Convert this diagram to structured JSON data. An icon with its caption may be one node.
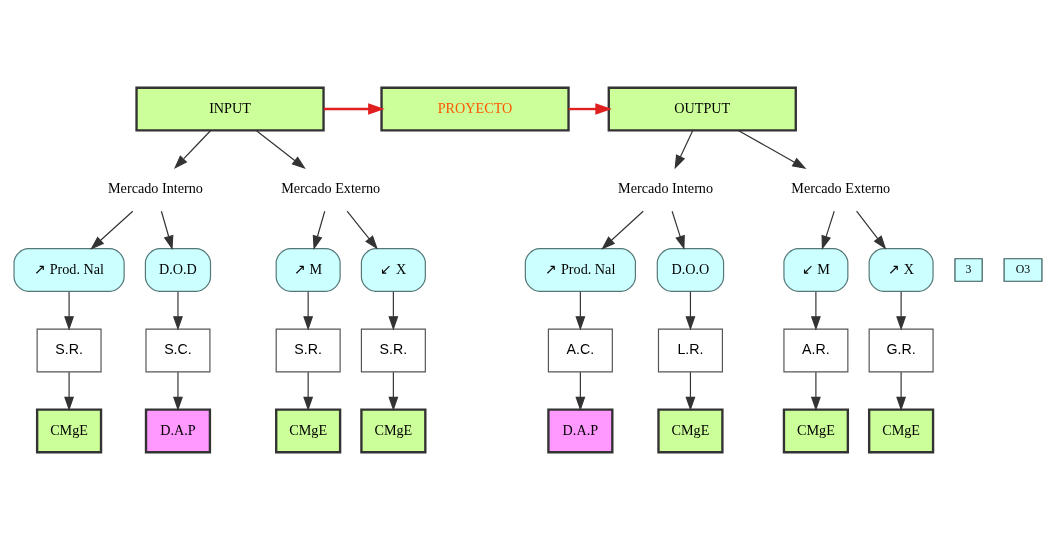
{
  "diagram": {
    "nodes": [
      {
        "text": [
          "INPUT"
        ]
      },
      {
        "text": [
          "PROYECTO"
        ]
      },
      {
        "text": [
          "OUTPUT"
        ]
      },
      {
        "text": [
          "Mercado Interno"
        ]
      },
      {
        "text": [
          "Mercado Externo"
        ]
      },
      {
        "text": [
          "Mercado Interno"
        ]
      },
      {
        "text": [
          "Mercado Externo"
        ]
      },
      {
        "text": [
          "↗ Prod. Nal"
        ]
      },
      {
        "text": [
          "D.O.D"
        ]
      },
      {
        "text": [
          "↗ M"
        ]
      },
      {
        "text": [
          "↙ X"
        ]
      },
      {
        "text": [
          "↗ Prod. Nal"
        ]
      },
      {
        "text": [
          "D.O.O"
        ]
      },
      {
        "text": [
          "↙ M"
        ]
      },
      {
        "text": [
          "↗ X"
        ]
      },
      {
        "text": [
          "S.R."
        ]
      },
      {
        "text": [
          "S.C."
        ]
      },
      {
        "text": [
          "S.R."
        ]
      },
      {
        "text": [
          "S.R."
        ]
      },
      {
        "text": [
          "A.C."
        ]
      },
      {
        "text": [
          "L.R."
        ]
      },
      {
        "text": [
          "A.R."
        ]
      },
      {
        "text": [
          "G.R."
        ]
      },
      {
        "text": [
          "CMgE"
        ]
      },
      {
        "text": [
          "D.A.P"
        ]
      },
      {
        "text": [
          "CMgE"
        ]
      },
      {
        "text": [
          "CMgE"
        ]
      },
      {
        "text": [
          "D.A.P"
        ]
      },
      {
        "text": [
          "CMgE"
        ]
      },
      {
        "text": [
          "CMgE"
        ]
      },
      {
        "text": [
          "CMgE"
        ]
      },
      {
        "text": [
          "3"
        ]
      },
      {
        "text": [
          "O3"
        ]
      }
    ],
    "edges": [
      {
        "from": 0,
        "to": 1,
        "arrow": "to",
        "color": "#e02020"
      },
      {
        "from": 1,
        "to": 2,
        "arrow": "to",
        "color": "#e02020"
      },
      {
        "from": 0,
        "to": 3,
        "arrow": "to"
      },
      {
        "from": 0,
        "to": 4,
        "arrow": "to"
      },
      {
        "from": 2,
        "to": 5,
        "arrow": "to"
      },
      {
        "from": 2,
        "to": 6,
        "arrow": "to"
      },
      {
        "from": 3,
        "to": 7,
        "arrow": "to"
      },
      {
        "from": 3,
        "to": 8,
        "arrow": "to"
      },
      {
        "from": 4,
        "to": 9,
        "arrow": "to"
      },
      {
        "from": 4,
        "to": 10,
        "arrow": "to"
      },
      {
        "from": 5,
        "to": 11,
        "arrow": "to"
      },
      {
        "from": 5,
        "to": 12,
        "arrow": "to"
      },
      {
        "from": 6,
        "to": 13,
        "arrow": "to"
      },
      {
        "from": 6,
        "to": 14,
        "arrow": "to"
      },
      {
        "from": 7,
        "to": 15,
        "arrow": "to"
      },
      {
        "from": 8,
        "to": 16,
        "arrow": "to"
      },
      {
        "from": 9,
        "to": 17,
        "arrow": "to"
      },
      {
        "from": 10,
        "to": 18,
        "arrow": "to"
      },
      {
        "from": 11,
        "to": 19,
        "arrow": "to"
      },
      {
        "from": 12,
        "to": 20,
        "arrow": "to"
      },
      {
        "from": 13,
        "to": 21,
        "arrow": "to"
      },
      {
        "from": 14,
        "to": 22,
        "arrow": "to"
      },
      {
        "from": 15,
        "to": 23,
        "arrow": "to"
      },
      {
        "from": 16,
        "to": 24,
        "arrow": "to"
      },
      {
        "from": 17,
        "to": 25,
        "arrow": "to"
      },
      {
        "from": 18,
        "to": 26,
        "arrow": "to"
      },
      {
        "from": 19,
        "to": 27,
        "arrow": "to"
      },
      {
        "from": 20,
        "to": 28,
        "arrow": "to"
      },
      {
        "from": 21,
        "to": 29,
        "arrow": "to"
      },
      {
        "from": 22,
        "to": 30,
        "arrow": "to"
      }
    ]
  }
}
